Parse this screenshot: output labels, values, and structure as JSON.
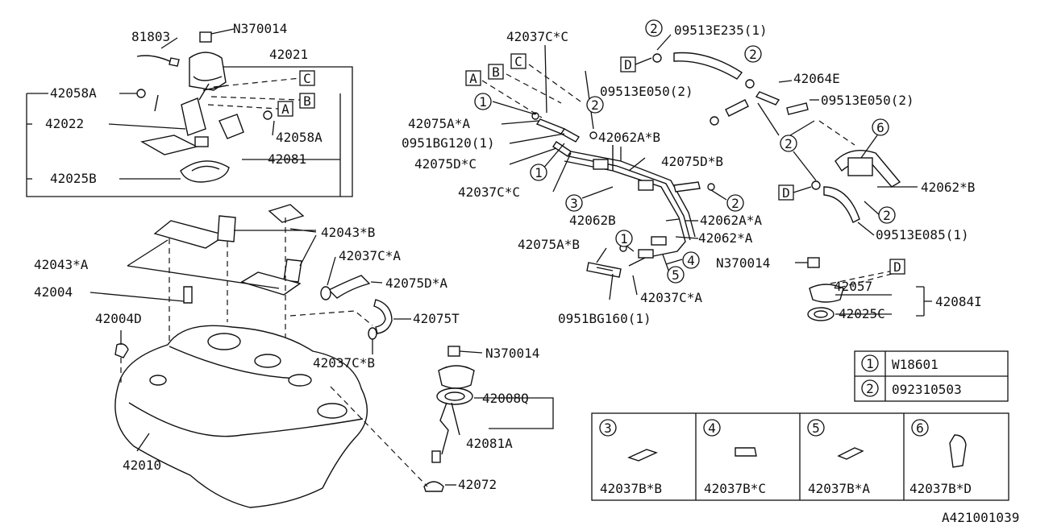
{
  "diagram_id": "A421001039",
  "callouts": {
    "c81803": "81803",
    "cN370014_a": "N370014",
    "c42021": "42021",
    "c42058A_1": "42058A",
    "c42022": "42022",
    "c42058A_2": "42058A",
    "c42081": "42081",
    "c42025B": "42025B",
    "c42043B": "42043*B",
    "c42043A": "42043*A",
    "c42037CA_1": "42037C*A",
    "c42075DA": "42075D*A",
    "c42004": "42004",
    "c42004D": "42004D",
    "c42075T": "42075T",
    "c42037CB": "42037C*B",
    "c42010": "42010",
    "cN370014_b": "N370014",
    "c42008Q": "42008Q",
    "c42081A": "42081A",
    "c42072": "42072",
    "c42037CC_top": "42037C*C",
    "c09513E235": "09513E235(1)",
    "c42064E": "42064E",
    "c09513E050_a": "09513E050(2)",
    "c09513E050_b": "09513E050(2)",
    "c42075AA": "42075A*A",
    "c0951BG120": "0951BG120(1)",
    "c42075DC": "42075D*C",
    "c42037CC_mid": "42037C*C",
    "c42062AB": "42062A*B",
    "c42075DB": "42075D*B",
    "c42062B_r": "42062*B",
    "c42062B": "42062B",
    "c42062AA": "42062A*A",
    "c42062A": "42062*A",
    "c09513E085": "09513E085(1)",
    "c42075AB": "42075A*B",
    "c42037CA_2": "42037C*A",
    "c0951BG160": "0951BG160(1)",
    "cN370014_c": "N370014",
    "c42057": "42057",
    "c42084I": "42084I",
    "c42025C": "42025C"
  },
  "flags": {
    "A": "A",
    "B": "B",
    "C": "C",
    "D": "D"
  },
  "circle_refs": {
    "one": "1",
    "two": "2",
    "three": "3",
    "four": "4",
    "five": "5",
    "six": "6"
  },
  "legend": [
    {
      "num": "1",
      "part": "W18601"
    },
    {
      "num": "2",
      "part": "092310503"
    }
  ],
  "clips": [
    {
      "num": "3",
      "part": "42037B*B"
    },
    {
      "num": "4",
      "part": "42037B*C"
    },
    {
      "num": "5",
      "part": "42037B*A"
    },
    {
      "num": "6",
      "part": "42037B*D"
    }
  ]
}
